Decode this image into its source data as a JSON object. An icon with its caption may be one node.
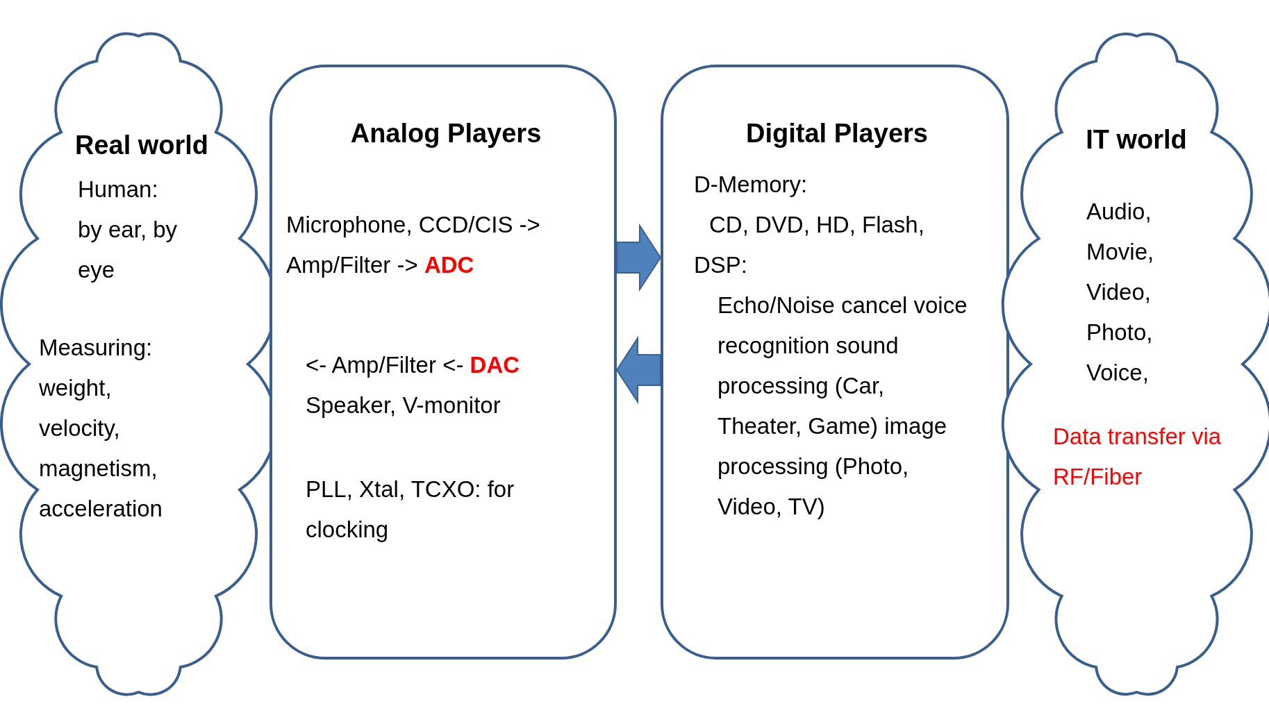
{
  "diagram": {
    "nodes": [
      {
        "text": [
          "Real world",
          "Human: by ear, by eye",
          "Measuring: weight, velocity, magnetism, acceleration"
        ]
      },
      {
        "text": [
          "Analog Players",
          "Microphone, CCD/CIS -> Amp/Filter -> **ADC**",
          "<- Amp/Filter <- **DAC** Speaker, V-monitor",
          "PLL, Xtal, TCXO: for clocking"
        ]
      },
      {
        "text": [
          "Digital Players",
          "D-Memory:",
          "CD, DVD, HD, Flash,",
          "DSP:",
          "Echo/Noise cancel voice recognition sound processing (Car, Theater, Game) image processing (Photo, Video, TV)"
        ]
      },
      {
        "text": [
          "IT world",
          "Audio, Movie, Video, Photo, Voice,",
          "Data transfer via RF/Fiber"
        ]
      }
    ],
    "edges": [
      {
        "from": 1,
        "to": 2,
        "arrow": "to"
      },
      {
        "from": 2,
        "to": 1,
        "arrow": "to"
      }
    ]
  }
}
